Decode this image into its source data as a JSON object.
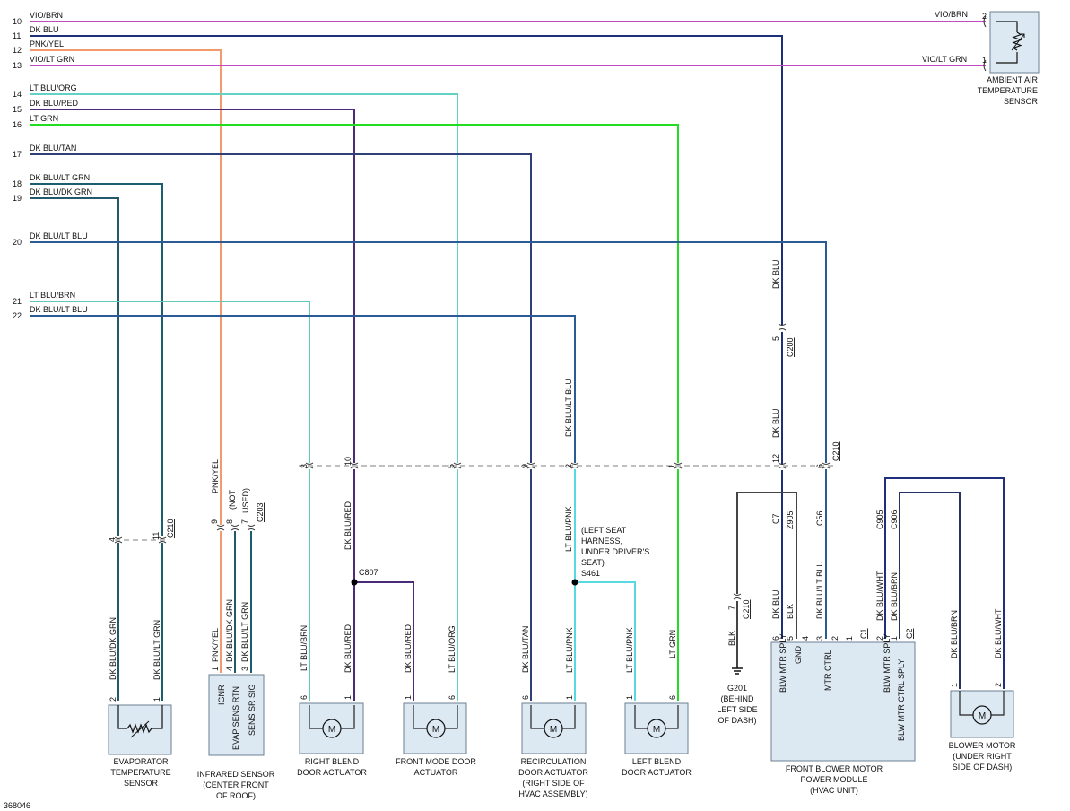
{
  "colors": {
    "vio": "#c04bc0",
    "dkblu": "#1e2f7a",
    "pnkyel": "#f29a6e",
    "ltbluorg": "#63d2c2",
    "dkblured": "#4b2a78",
    "ltgrn": "#22dd22",
    "dkblutan": "#2f3f77",
    "dkblultgrn": "#1d5d70",
    "dkbludkgrn": "#25596a",
    "dkblultblu": "#2b5b95",
    "ltblubrn": "#62c9b8",
    "ltblupnk": "#58d8df",
    "dkbluwht": "#1f2f7e",
    "dkblubrn": "#253364",
    "blk": "#444444",
    "component_fill": "#dde9f2"
  },
  "diagram_id": "368046",
  "circuits": [
    {
      "num": "10",
      "color": "VIO/BRN"
    },
    {
      "num": "11",
      "color": "DK BLU"
    },
    {
      "num": "12",
      "color": "PNK/YEL"
    },
    {
      "num": "13",
      "color": "VIO/LT GRN"
    },
    {
      "num": "14",
      "color": "LT BLU/ORG"
    },
    {
      "num": "15",
      "color": "DK BLU/RED"
    },
    {
      "num": "16",
      "color": "LT GRN"
    },
    {
      "num": "17",
      "color": "DK BLU/TAN"
    },
    {
      "num": "18",
      "color": "DK BLU/LT GRN"
    },
    {
      "num": "19",
      "color": "DK BLU/DK GRN"
    },
    {
      "num": "20",
      "color": "DK BLU/LT BLU"
    },
    {
      "num": "21",
      "color": "LT BLU/BRN"
    },
    {
      "num": "22",
      "color": "DK BLU/LT BLU"
    }
  ],
  "labels": {
    "vio_brn_right": "VIO/BRN",
    "vio_ltgrn_right": "VIO/LT GRN",
    "aat_pin2": "2",
    "aat_pin1": "1",
    "aat_name": [
      "AMBIENT AIR",
      "TEMPERATURE",
      "SENSOR"
    ],
    "dkblu": "DK BLU",
    "c200_pin": "5",
    "c200": "C200",
    "c210": "C210",
    "c210_pins": [
      "3",
      "10",
      "5",
      "9",
      "2",
      "1",
      "12",
      "6"
    ],
    "c210_side_pins": [
      "4",
      "11"
    ],
    "c203_pins": [
      "9",
      "8",
      "7"
    ],
    "c203": "C203",
    "pnkyel": "PNK/YEL",
    "not_used": [
      "(NOT",
      "USED)"
    ],
    "dkbluredv": "DK BLU/RED",
    "dkbluredv2": "DK BLU/RED",
    "c807": "C807",
    "dkbluredv3": "DK BLU/RED",
    "dkbluvlt": "DK BLU/LT BLU",
    "ltblupnk": "LT BLU/PNK",
    "s461_note": [
      "(LEFT SEAT",
      "HARNESS,",
      "UNDER DRIVER'S",
      "SEAT)"
    ],
    "s461": "S461",
    "ltblupnk2": "LT BLU/PNK",
    "ltblupnk3": "LT BLU/PNK",
    "c7": "C7",
    "z905": "Z905",
    "c56": "C56",
    "c905": "C905",
    "c906": "C906",
    "dkbluk": "DK BLU/DK GRN",
    "dkbluk_lbl": "DK BLU/LT GRN",
    "ltblubrn": "LT BLU/BRN",
    "ltbluorg": "LT BLU/ORG",
    "dkblutan": "DK BLU/TAN",
    "ltgrn": "LT GRN",
    "dkblu_low": "DK BLU",
    "blk": "BLK",
    "dkbluwht": "DK BLU/WHT",
    "dkblubrn": "DK BLU/BRN",
    "dkblubrn2": "DK BLU/BRN",
    "dkbluwht2": "DK BLU/WHT",
    "c210_7": "7",
    "g201": [
      "G201",
      "(BEHIND",
      "LEFT SIDE",
      "OF DASH)"
    ],
    "evap_pins": [
      "2",
      "1"
    ],
    "ir_pins": [
      "1",
      "4",
      "3"
    ],
    "ir_pin_names": [
      "IGNR",
      "EVAP SENS RTN",
      "SENS SR SIG"
    ],
    "act_pins": [
      "6",
      "1"
    ],
    "act_pins2": [
      "1",
      "6"
    ],
    "act_pins3": [
      "6",
      "1"
    ],
    "act_pins4": [
      "1",
      "6"
    ],
    "fbm_pins": [
      "6",
      "5",
      "4",
      "3",
      "2",
      "1",
      "2",
      "1"
    ],
    "fbm_conn": [
      "C1",
      "C2"
    ],
    "fbm_pin_names": [
      "BLW MTR SPLY",
      "GND",
      "MTR CTRL",
      "BLW MTR SPLY",
      "BLW MTR CTRL SPLY"
    ],
    "bm_pins": [
      "1",
      "2"
    ],
    "motor": "M"
  },
  "components": {
    "evap": [
      "EVAPORATOR",
      "TEMPERATURE",
      "SENSOR"
    ],
    "ir": [
      "INFRARED SENSOR",
      "(CENTER FRONT",
      "OF ROOF)"
    ],
    "rbda": [
      "RIGHT BLEND",
      "DOOR ACTUATOR"
    ],
    "fmda": [
      "FRONT MODE DOOR",
      "ACTUATOR"
    ],
    "rcda": [
      "RECIRCULATION",
      "DOOR ACTUATOR",
      "(RIGHT SIDE OF",
      "HVAC ASSEMBLY)"
    ],
    "lbda": [
      "LEFT BLEND",
      "DOOR ACTUATOR"
    ],
    "fbm": [
      "FRONT BLOWER MOTOR",
      "POWER MODULE",
      "(HVAC UNIT)"
    ],
    "bm": [
      "BLOWER MOTOR",
      "(UNDER RIGHT",
      "SIDE OF DASH)"
    ]
  }
}
